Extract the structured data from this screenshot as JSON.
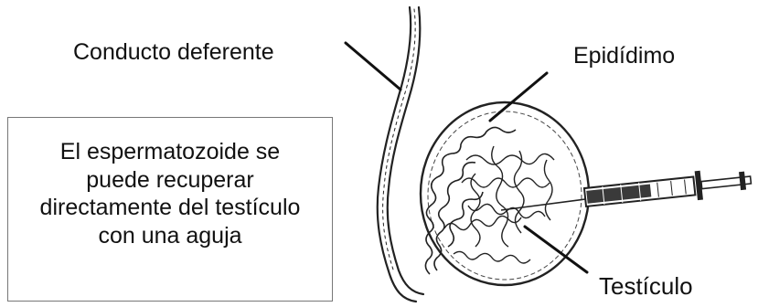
{
  "labels": {
    "vas_deferens": "Conducto deferente",
    "epididymis": "Epidídimo",
    "testicle": "Testículo"
  },
  "caption": {
    "lines": "El espermatozoide se\npuede recuperar\ndirectamente del testículo\ncon una aguja"
  },
  "colors": {
    "ink": "#111111",
    "box_border": "#777777",
    "background": "#ffffff"
  },
  "icons": [
    "vas-deferens-tube",
    "epididymis-coil",
    "testicle-outline",
    "syringe-icon"
  ]
}
